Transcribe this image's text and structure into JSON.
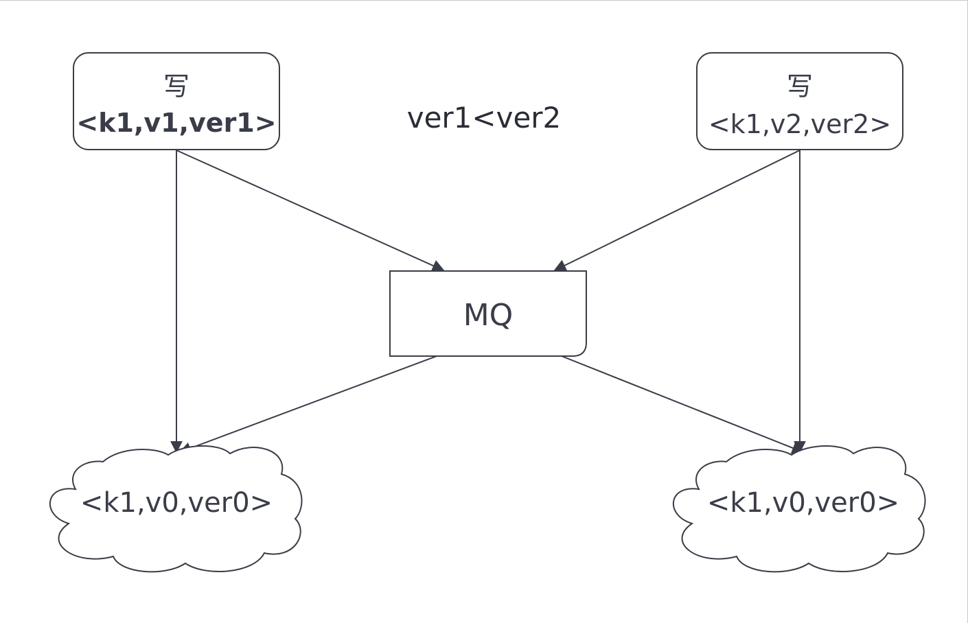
{
  "nodes": {
    "writer1": {
      "line1": "写",
      "line2": "<k1,v1,ver1>"
    },
    "writer2": {
      "line1": "写",
      "line2": "<k1,v2,ver2>"
    },
    "mq": {
      "label": "MQ"
    },
    "store1": {
      "label": "<k1,v0,ver0>"
    },
    "store2": {
      "label": "<k1,v0,ver0>"
    }
  },
  "annotation": {
    "text": "ver1<ver2"
  },
  "colors": {
    "stroke": "#3a3d49",
    "text": "#3a3d49",
    "background": "#ffffff"
  }
}
